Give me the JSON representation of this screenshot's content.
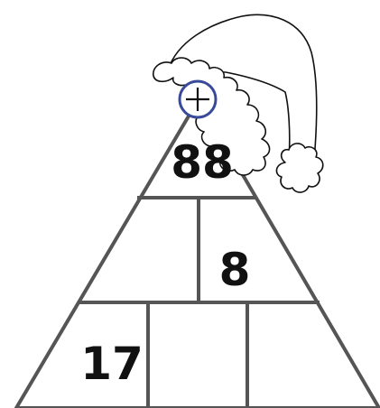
{
  "puzzle": {
    "operator": "+",
    "rows": [
      {
        "cells": [
          "88"
        ]
      },
      {
        "cells": [
          "",
          "8"
        ]
      },
      {
        "cells": [
          "17",
          "",
          ""
        ]
      }
    ]
  },
  "colors": {
    "line": "#555555",
    "ink": "#111111",
    "operator_ring": "#3a4a9a"
  },
  "icons": {
    "hat": "santa-hat-icon",
    "operator": "plus-circle-icon"
  }
}
